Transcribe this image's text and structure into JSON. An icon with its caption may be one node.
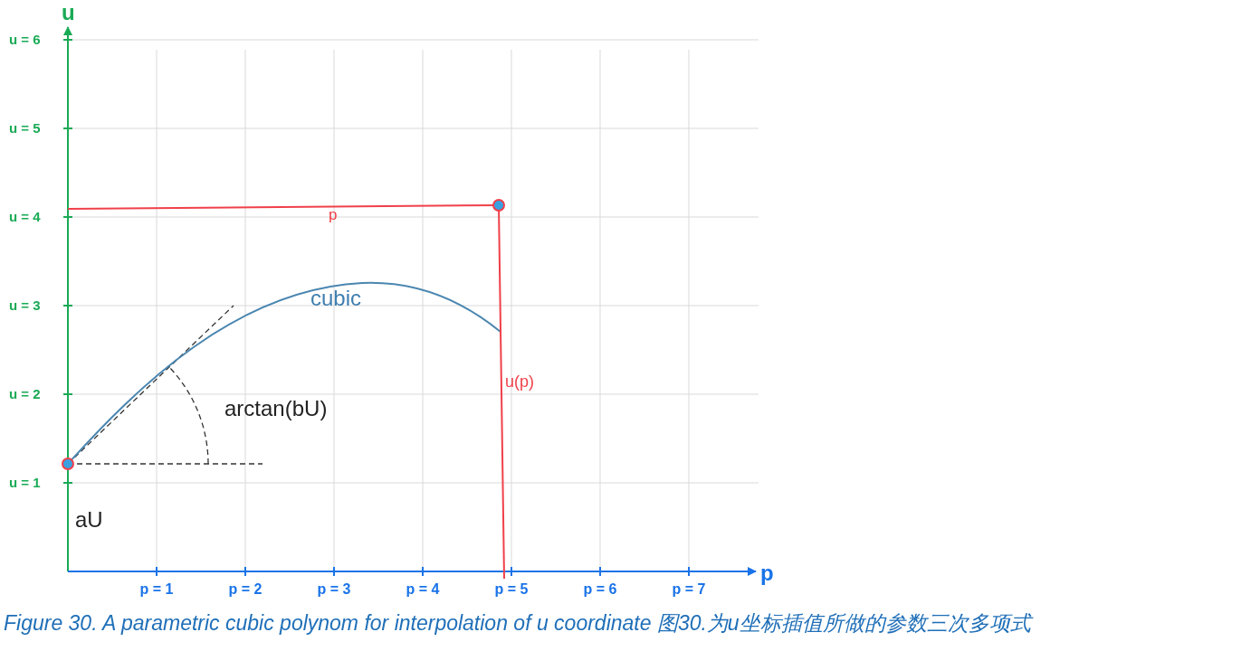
{
  "diagram": {
    "caption": "Figure 30. A parametric cubic polynom for interpolation of u coordinate 图30.为u坐标插值所做的参数三次多项式",
    "labels": [
      "u",
      "u = 6",
      "u = 5",
      "u = 4",
      "p",
      "cubic",
      "u = 3",
      "u(p)",
      "u = 2",
      "arctan(bU)",
      "u = 1",
      "aU",
      "p = 1",
      "p = 2",
      "p = 3",
      "p = 4",
      "p = 5",
      "p = 6",
      "p = 7",
      "p"
    ]
  }
}
